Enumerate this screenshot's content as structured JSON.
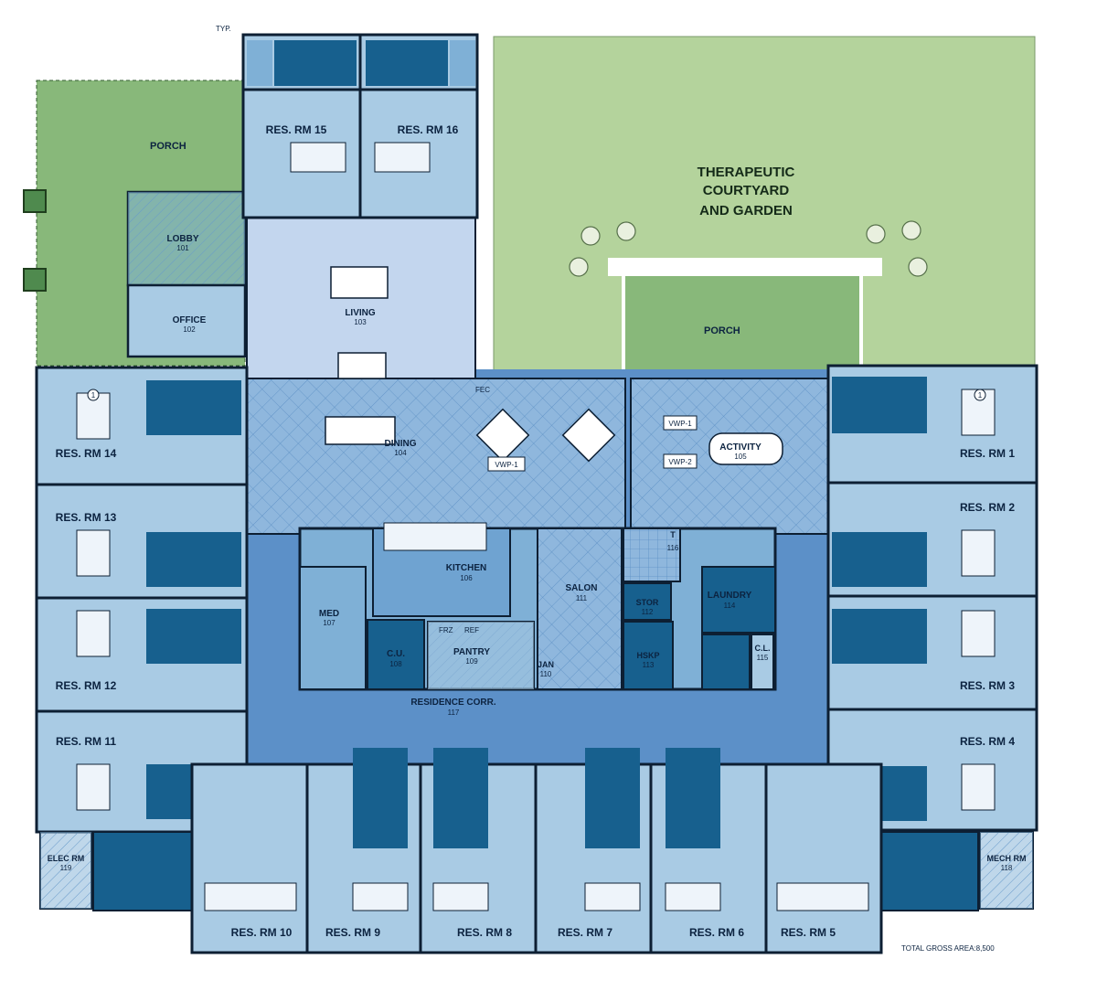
{
  "colors": {
    "wall": "#0d1f33",
    "room_light": "#a9cbe4",
    "room_mid": "#7fb0d6",
    "bath_dark": "#17608e",
    "corridor": "#5c90c8",
    "living": "#c3d6ee",
    "porch": "#88b87a",
    "courtyard": "#b4d39c",
    "tile": "#8fb7dd"
  },
  "top_note": "TYP.",
  "outdoor": {
    "porch_west": "PORCH",
    "porch_east": "PORCH",
    "courtyard_line1": "THERAPEUTIC",
    "courtyard_line2": "COURTYARD",
    "courtyard_line3": "AND GARDEN"
  },
  "common_rooms": [
    {
      "id": "lobby",
      "name": "LOBBY",
      "number": "101"
    },
    {
      "id": "office",
      "name": "OFFICE",
      "number": "102"
    },
    {
      "id": "living",
      "name": "LIVING",
      "number": "103"
    },
    {
      "id": "dining",
      "name": "DINING",
      "number": "104"
    },
    {
      "id": "activity",
      "name": "ACTIVITY",
      "number": "105"
    },
    {
      "id": "kitchen",
      "name": "KITCHEN",
      "number": "106"
    },
    {
      "id": "med",
      "name": "MED",
      "number": "107"
    },
    {
      "id": "cu",
      "name": "C.U.",
      "number": "108"
    },
    {
      "id": "pantry",
      "name": "PANTRY",
      "number": "109"
    },
    {
      "id": "jan",
      "name": "JAN",
      "number": "110"
    },
    {
      "id": "salon",
      "name": "SALON",
      "number": "111"
    },
    {
      "id": "stor",
      "name": "STOR",
      "number": "112"
    },
    {
      "id": "hskp",
      "name": "HSKP",
      "number": "113"
    },
    {
      "id": "laundry",
      "name": "LAUNDRY",
      "number": "114"
    },
    {
      "id": "cl",
      "name": "C.L.",
      "number": "115"
    },
    {
      "id": "toilet",
      "name": "T",
      "number": "116"
    },
    {
      "id": "corridor",
      "name": "RESIDENCE CORR.",
      "number": "117"
    },
    {
      "id": "mech",
      "name": "MECH RM",
      "number": "118"
    },
    {
      "id": "elec",
      "name": "ELEC RM",
      "number": "119"
    }
  ],
  "resident_rooms": [
    "RES. RM 1",
    "RES. RM 2",
    "RES. RM 3",
    "RES. RM 4",
    "RES. RM 5",
    "RES. RM 6",
    "RES. RM 7",
    "RES. RM 8",
    "RES. RM 9",
    "RES. RM 10",
    "RES. RM 11",
    "RES. RM 12",
    "RES. RM 13",
    "RES. RM 14",
    "RES. RM 15",
    "RES. RM 16"
  ],
  "tags": {
    "fec": "FEC",
    "vwp1_dining": "VWP-1",
    "vwp1_activity": "VWP-1",
    "vwp2_activity": "VWP-2",
    "frz": "FRZ",
    "ref": "REF",
    "total_area": "TOTAL GROSS AREA:8,500"
  },
  "bed_marker": "1"
}
